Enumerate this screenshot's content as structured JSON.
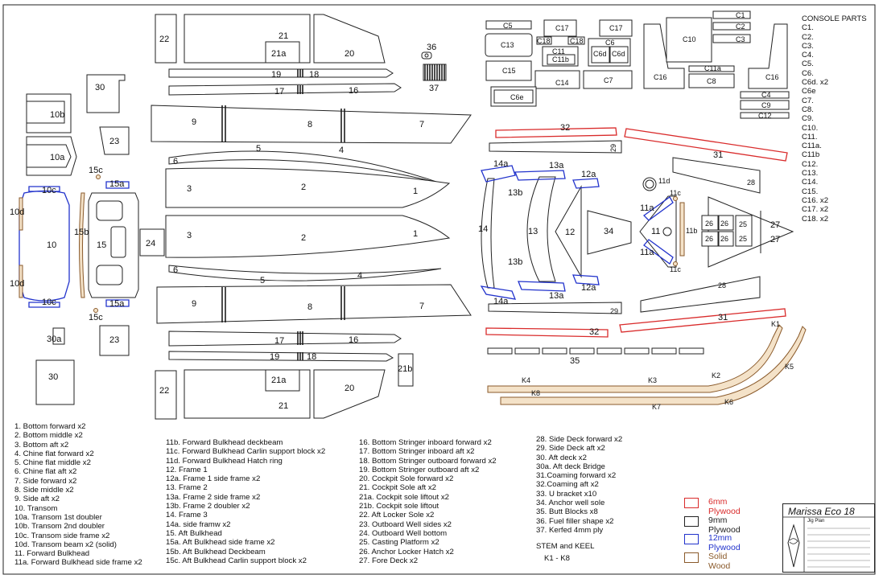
{
  "labels": {
    "p1": "1",
    "p2": "2",
    "p3": "3",
    "p4": "4",
    "p5": "5",
    "p6": "6",
    "p7": "7",
    "p8": "8",
    "p9": "9",
    "p10": "10",
    "p10a": "10a",
    "p10b": "10b",
    "p10c": "10c",
    "p10d": "10d",
    "p11": "11",
    "p11a": "11a",
    "p11b": "11b",
    "p11c": "11c",
    "p11d": "11d",
    "p12": "12",
    "p12a": "12a",
    "p13": "13",
    "p13a": "13a",
    "p13b": "13b",
    "p14": "14",
    "p14a": "14a",
    "p15": "15",
    "p15a": "15a",
    "p15b": "15b",
    "p15c": "15c",
    "p16": "16",
    "p17": "17",
    "p18": "18",
    "p19": "19",
    "p20": "20",
    "p21": "21",
    "p21a": "21a",
    "p21b": "21b",
    "p22": "22",
    "p23": "23",
    "p24": "24",
    "p25": "25",
    "p26": "26",
    "p27": "27",
    "p28": "28",
    "p29": "29",
    "p30": "30",
    "p30a": "30a",
    "p31": "31",
    "p32": "32",
    "p34": "34",
    "p35": "35",
    "p36": "36",
    "p37": "37",
    "k1": "K1",
    "k2": "K2",
    "k3": "K3",
    "k4": "K4",
    "k5": "K5",
    "k6": "K6",
    "k7": "K7",
    "k8": "K8",
    "c1": "C1",
    "c2": "C2",
    "c3": "C3",
    "c4": "C4",
    "c5": "C5",
    "c6": "C6",
    "c6d": "C6d",
    "c6e": "C6e",
    "c7": "C7",
    "c8": "C8",
    "c9": "C9",
    "c10": "C10",
    "c11": "C11",
    "c11a": "C11a",
    "c11b": "C11b",
    "c12": "C12",
    "c13": "C13",
    "c14": "C14",
    "c15": "C15",
    "c16": "C16",
    "c17": "C17",
    "c18": "C18"
  },
  "console_parts": {
    "title": "CONSOLE PARTS",
    "items": [
      "C1.",
      "C2.",
      "C3.",
      "C4.",
      "C5.",
      "C6.",
      "C6d. x2",
      "C6e",
      "C7.",
      "C8.",
      "C9.",
      "C10.",
      "C11.",
      "C11a.",
      "C11b",
      "C12.",
      "C13.",
      "C14.",
      "C15.",
      "C16. x2",
      "C17. x2",
      "C18. x2"
    ]
  },
  "parts_list": {
    "col1": [
      "1. Bottom forward x2",
      "2. Bottom middle x2",
      "3. Bottom aft x2",
      "4. Chine flat forward x2",
      "5. Chine flat middle x2",
      "6. Chine flat aft x2",
      "7. Side forward x2",
      "8. Side middle x2",
      "9. Side aft x2",
      "10. Transom",
      "10a. Transom 1st doubler",
      "10b. Transom 2nd doubler",
      "10c. Transom side frame x2",
      "10d. Transom beam x2 (solid)",
      "11. Forward Bulkhead",
      "11a. Forward Bulkhead side frame x2"
    ],
    "col2": [
      "11b. Forward Bulkhead deckbeam",
      "11c. Forward Bulkhead Carlin support block x2",
      "11d. Forward Bulkhead Hatch ring",
      "12. Frame 1",
      "12a. Frame 1 side frame x2",
      "13. Frame 2",
      "13a. Frame 2 side frame x2",
      "13b. Frame 2 doubler x2",
      "14. Frame 3",
      "14a. side framw x2",
      "15. Aft Bulkhead",
      "15a. Aft Bulkhead side frame x2",
      "15b. Aft Bulkhead Deckbeam",
      "15c. Aft Bulkhead Carlin support block x2"
    ],
    "col3": [
      "16. Bottom Stringer inboard forward x2",
      "17. Bottom Stringer inboard aft x2",
      "18. Bottom Stringer outboard forward x2",
      "19. Bottom Stringer outboard aft x2",
      "20. Cockpit Sole forward x2",
      "21. Cockpit Sole aft x2",
      "21a. Cockpit sole liftout x2",
      "21b. Cockpit sole liftout",
      "22. Aft Locker Sole x2",
      "23. Outboard Well sides x2",
      "24. Outboard Well bottom",
      "25. Casting Platform x2",
      "26. Anchor Locker Hatch x2",
      "27. Fore Deck x2"
    ],
    "col4": [
      "28. Side Deck forward x2",
      "29. Side Deck aft x2",
      "30. Aft deck x2",
      "30a. Aft deck Bridge",
      "31.Coaming forward x2",
      "32.Coaming aft x2",
      "33. U bracket x10",
      "34. Anchor well sole",
      "35. Butt Blocks x8",
      "36. Fuel filler shape x2",
      "37. Kerfed 4mm ply"
    ]
  },
  "stem_keel": {
    "title": "STEM and KEEL",
    "range": "K1 - K8"
  },
  "legend": [
    {
      "label": "6mm Plywood",
      "color": "#d92b2b"
    },
    {
      "label": "9mm Plywood",
      "color": "#222222"
    },
    {
      "label": "12mm Plywood",
      "color": "#2233cc"
    },
    {
      "label": "Solid Wood",
      "color": "#8a5a2b"
    }
  ],
  "title_block": {
    "name": "Marissa Eco 18",
    "sub": "Jig Plan"
  }
}
